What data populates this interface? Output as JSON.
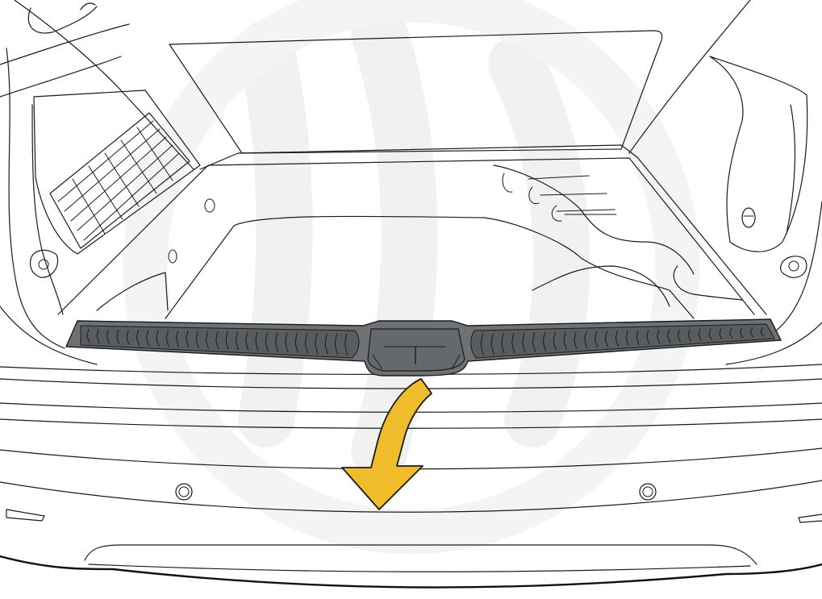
{
  "figure": {
    "subject": "trunk-floor-access",
    "colors": {
      "background": "#ffffff",
      "outline": "#1a1a1a",
      "sill_plate": "#6f7274",
      "sill_plate_dark": "#5a5d60",
      "arrow_fill": "#f0bd2a",
      "arrow_stroke": "#1a1a1a",
      "watermark": "#f1f1f1"
    },
    "indicator": {
      "kind": "curved-arrow",
      "direction": "down"
    }
  }
}
